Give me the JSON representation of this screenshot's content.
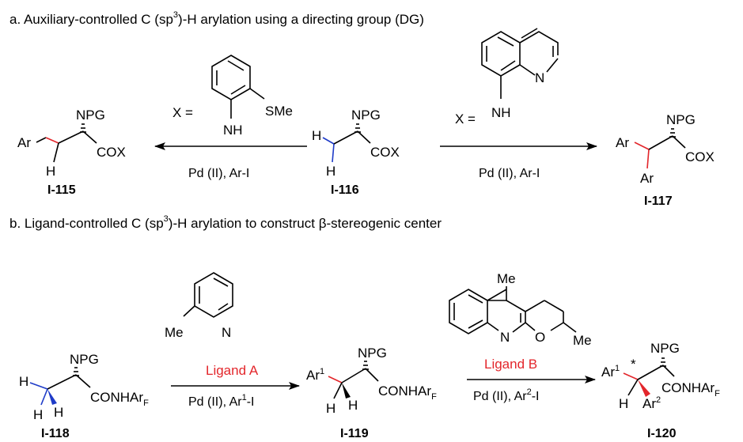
{
  "section_a": {
    "title_prefix": "a.   Auxiliary-controlled C (sp",
    "title_sup": "3",
    "title_suffix": ")-H arylation using a directing group (DG)",
    "left_x_label": "X =",
    "left_aux_sme": "SMe",
    "left_aux_nh": "NH",
    "left_conditions": "Pd (II), Ar-I",
    "right_x_label": "X =",
    "right_aux_n": "N",
    "right_aux_nh": "NH",
    "right_conditions": "Pd (II), Ar-I",
    "compound_115": "I-115",
    "compound_116": "I-116",
    "compound_117": "I-117"
  },
  "section_b": {
    "title_prefix": "b.   Ligand-controlled C (sp",
    "title_sup": "3",
    "title_suffix": ")-H arylation to construct β-stereogenic center",
    "ligand_a_label": "Ligand A",
    "ligand_a_me": "Me",
    "ligand_a_n": "N",
    "ligand_a_cond_prefix": "Pd (II), Ar",
    "ligand_a_cond_sup": "1",
    "ligand_a_cond_suffix": "-I",
    "ligand_b_label": "Ligand B",
    "ligand_b_me_top": "Me",
    "ligand_b_n": "N",
    "ligand_b_o": "O",
    "ligand_b_me_right": "Me",
    "ligand_b_cond_prefix": "Pd (II), Ar",
    "ligand_b_cond_sup": "2",
    "ligand_b_cond_suffix": "-I",
    "compound_118": "I-118",
    "compound_119": "I-119",
    "compound_120": "I-120"
  },
  "atoms": {
    "npg": "NPG",
    "cox": "COX",
    "conhar": "CONHAr",
    "sub_f": "F",
    "ar": "Ar",
    "h": "H",
    "sup_1": "1",
    "sup_2": "2",
    "star": "*"
  },
  "colors": {
    "ligand_label": "#e3262b",
    "new_bond": "#e3262b",
    "ch_bond": "#1f3cc8"
  }
}
